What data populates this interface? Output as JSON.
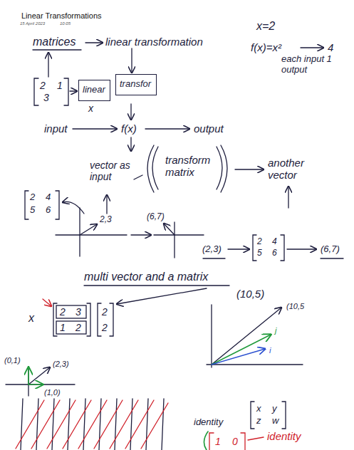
{
  "diagram": {
    "title": "Linear Transformations",
    "nodes": [
      {
        "text": [
          "linear"
        ]
      },
      {
        "text": [
          "transfor"
        ]
      }
    ],
    "labels": [
      "15 April 2023",
      "10:05",
      "matrices",
      "linear transformation",
      "x=2",
      "f(x)=x²",
      "4",
      "each input 1 output",
      "2",
      "1",
      "3",
      "x",
      "input",
      "f(x)",
      "output",
      "vector as input",
      "transform matrix",
      "another vector",
      "2",
      "4",
      "5",
      "6",
      "2,3",
      "(6,7)",
      "(2,3)",
      "2",
      "4",
      "5",
      "6",
      "(6,7)",
      "multi vector and a matrix",
      "x",
      "2",
      "3",
      "1",
      "2",
      "2",
      "2",
      "(10,5)",
      "(10,5",
      "j",
      "i",
      "(0,1)",
      "(2,3)",
      "(1,0)",
      "identity",
      "x",
      "y",
      "z",
      "w",
      "1",
      "0",
      "identity"
    ]
  }
}
